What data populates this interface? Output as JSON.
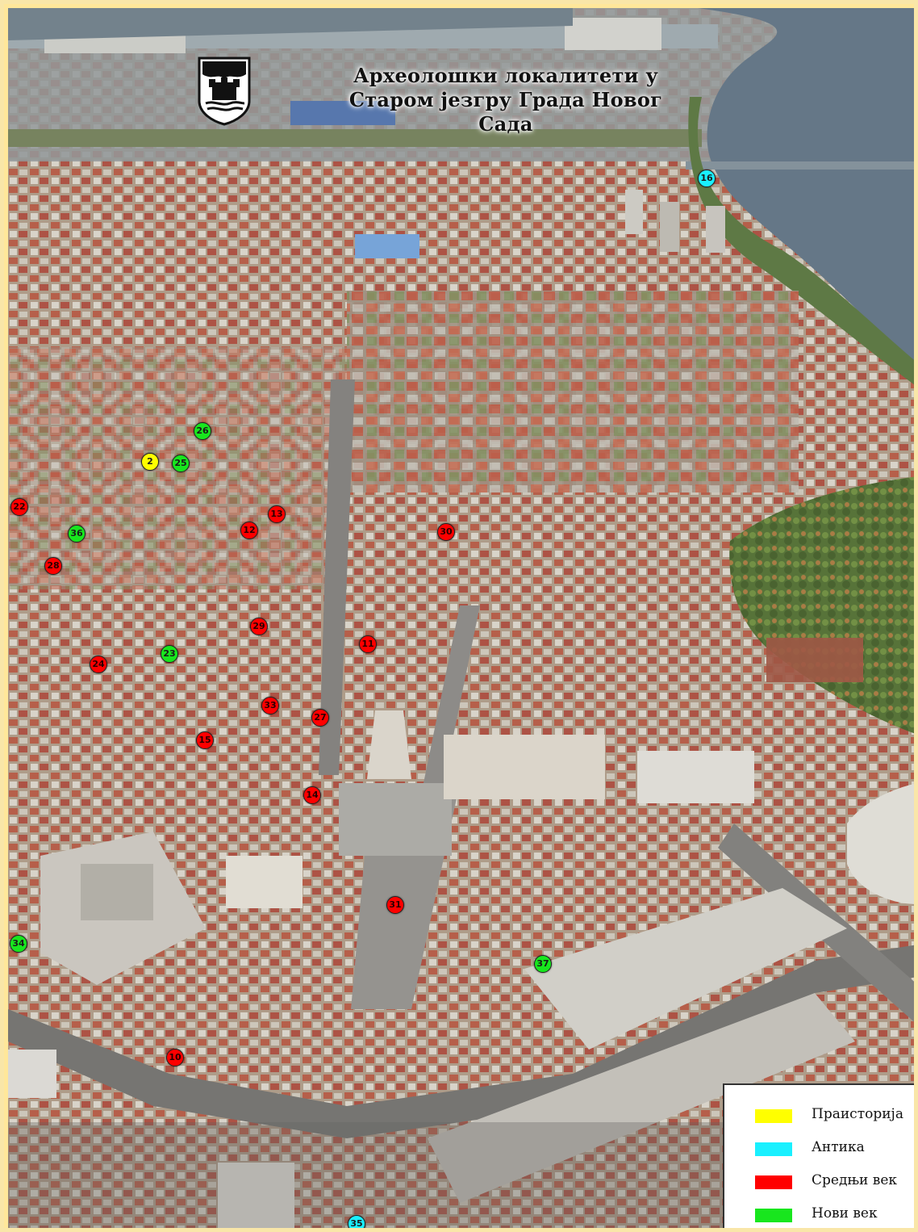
{
  "title": {
    "line1": "Археолошки локалитети у",
    "line2": "Старом језгру Града Новог Сада"
  },
  "categories": {
    "prehistory": {
      "label": "Праисторија",
      "color": "#ffff00"
    },
    "antiquity": {
      "label": "Антика",
      "color": "#19f0ff"
    },
    "middle_ages": {
      "label": "Средњи век",
      "color": "#ff0000"
    },
    "modern_age": {
      "label": "Нови век",
      "color": "#18e61e"
    }
  },
  "legend": {
    "items": [
      {
        "label": "Праисторија",
        "color": "#ffff00"
      },
      {
        "label": "Антика",
        "color": "#19f0ff"
      },
      {
        "label": "Средњи век",
        "color": "#ff0000"
      },
      {
        "label": "Нови век",
        "color": "#18e61e"
      }
    ]
  },
  "sites": [
    {
      "number": "16",
      "category": "antiquity"
    },
    {
      "number": "26",
      "category": "modern_age"
    },
    {
      "number": "2",
      "category": "prehistory"
    },
    {
      "number": "25",
      "category": "modern_age"
    },
    {
      "number": "22",
      "category": "middle_ages"
    },
    {
      "number": "13",
      "category": "middle_ages"
    },
    {
      "number": "12",
      "category": "middle_ages"
    },
    {
      "number": "36",
      "category": "modern_age"
    },
    {
      "number": "30",
      "category": "middle_ages"
    },
    {
      "number": "28",
      "category": "middle_ages"
    },
    {
      "number": "29",
      "category": "middle_ages"
    },
    {
      "number": "11",
      "category": "middle_ages"
    },
    {
      "number": "23",
      "category": "modern_age"
    },
    {
      "number": "24",
      "category": "middle_ages"
    },
    {
      "number": "33",
      "category": "middle_ages"
    },
    {
      "number": "27",
      "category": "middle_ages"
    },
    {
      "number": "15",
      "category": "middle_ages"
    },
    {
      "number": "14",
      "category": "middle_ages"
    },
    {
      "number": "31",
      "category": "middle_ages"
    },
    {
      "number": "34",
      "category": "modern_age"
    },
    {
      "number": "37",
      "category": "modern_age"
    },
    {
      "number": "10",
      "category": "middle_ages"
    },
    {
      "number": "35",
      "category": "antiquity"
    }
  ]
}
